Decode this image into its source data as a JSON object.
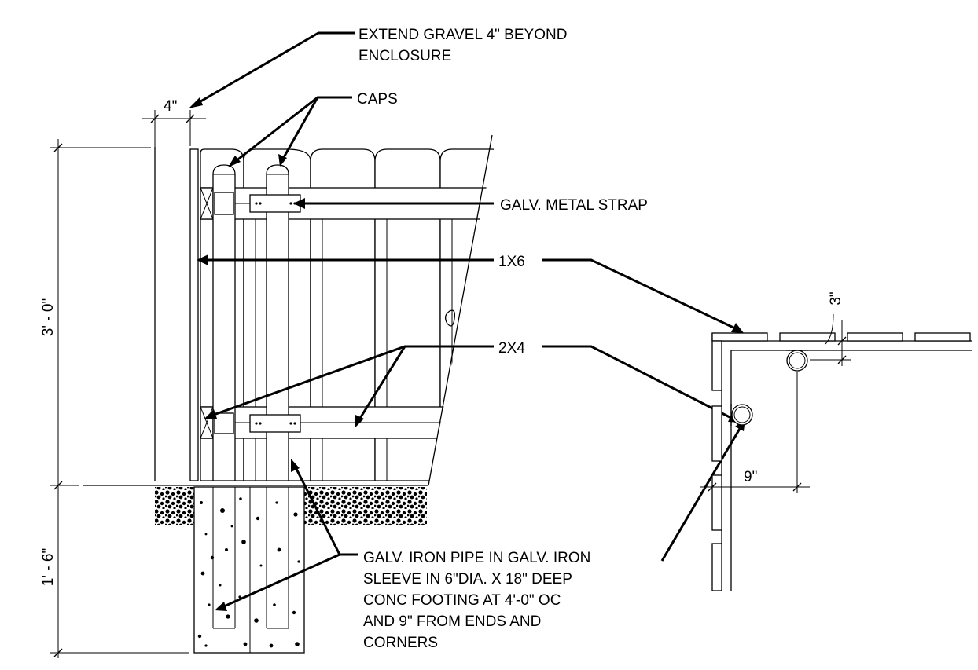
{
  "notes": {
    "gravel_line1": "EXTEND GRAVEL 4\" BEYOND",
    "gravel_line2": "ENCLOSURE",
    "caps": "CAPS",
    "strap": "GALV. METAL STRAP",
    "board_1x6": "1X6",
    "rail_2x4": "2X4",
    "pipe_line1": "GALV. IRON PIPE IN GALV. IRON",
    "pipe_line2": "SLEEVE IN 6\"DIA. X 18\" DEEP",
    "pipe_line3": "CONC FOOTING AT 4'-0\" OC",
    "pipe_line4": "AND 9\" FROM ENDS AND",
    "pipe_line5": "CORNERS"
  },
  "dimensions": {
    "gravel_offset": "4\"",
    "fence_height": "3' - 0\"",
    "footing_depth": "1' - 6\"",
    "plan_board_gap": "3\"",
    "plan_post_offset": "9\""
  },
  "colors": {
    "line": "#000000",
    "background": "#ffffff"
  }
}
